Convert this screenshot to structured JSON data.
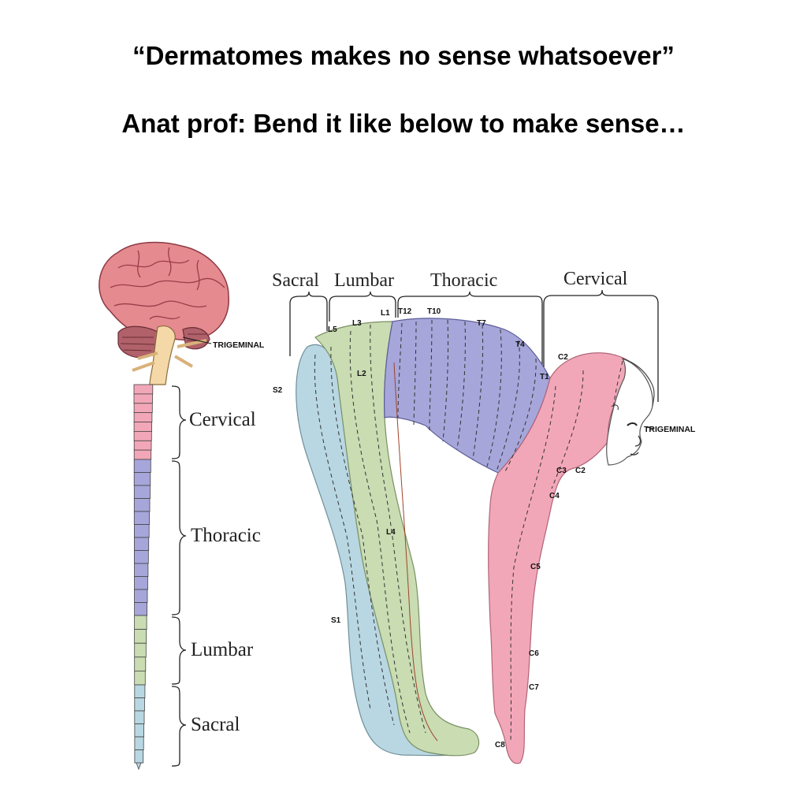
{
  "header": {
    "line1": "“Dermatomes makes no sense whatsoever”",
    "line2": "Anat prof: Bend it like below to make sense…"
  },
  "spine_regions": {
    "cervical": "Cervical",
    "thoracic": "Thoracic",
    "lumbar": "Lumbar",
    "sacral": "Sacral"
  },
  "spine_labels": {
    "trigeminal": "TRIGEMINAL"
  },
  "body_regions": {
    "sacral": "Sacral",
    "lumbar": "Lumbar",
    "thoracic": "Thoracic",
    "cervical": "Cervical"
  },
  "body_labels": {
    "trigeminal": "TRIGEMINAL",
    "l1": "L1",
    "t12": "T12",
    "t10": "T10",
    "l3": "L3",
    "l5": "L5",
    "t7": "T7",
    "t4": "T4",
    "c2_top": "C2",
    "t1": "T1",
    "l2": "L2",
    "s2": "S2",
    "c3": "C3",
    "c2": "C2",
    "c4": "C4",
    "l4": "L4",
    "c5": "C5",
    "s1": "S1",
    "c6": "C6",
    "c7": "C7",
    "c8": "C8"
  },
  "colors": {
    "brain": "#e58a8f",
    "cervical": "#f2a7b8",
    "thoracic": "#a6a6da",
    "lumbar": "#c9dcb2",
    "sacral": "#b8d7e2",
    "face": "#ffffff"
  }
}
